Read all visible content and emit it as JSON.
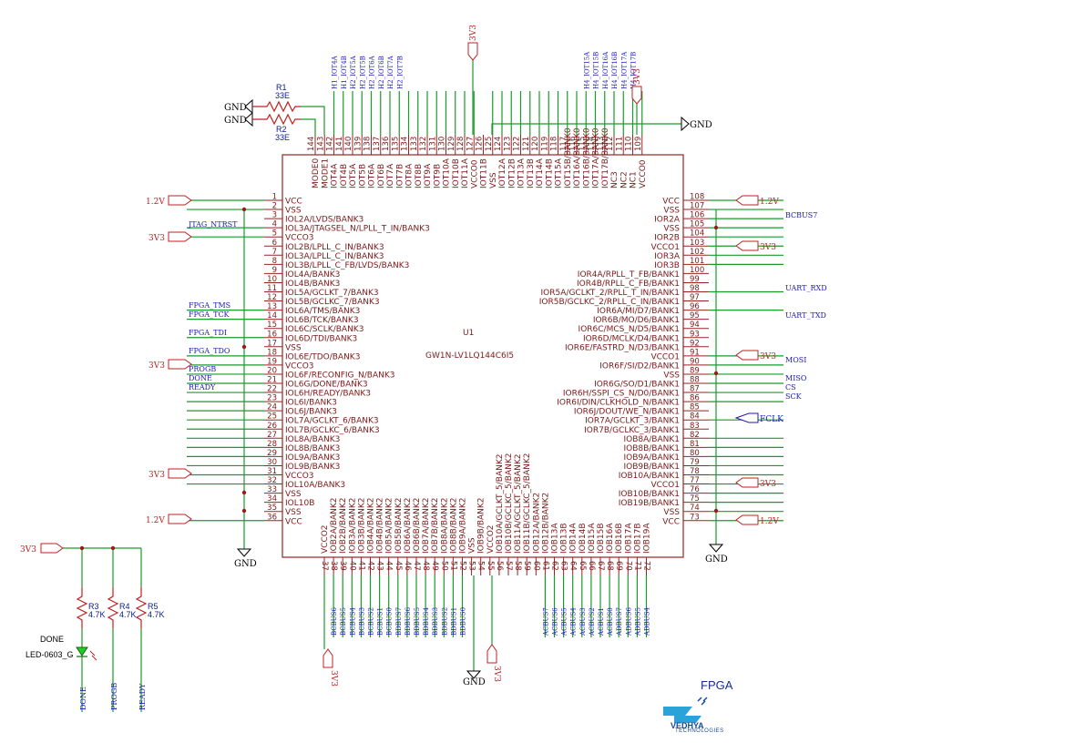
{
  "ic": {
    "ref": "U1",
    "part": "GW1N-LV1LQ144C6I5"
  },
  "title": "FPGA",
  "logo": {
    "line1": "VEDHYA",
    "line2": "TECHNOLOGIES"
  },
  "left_pins": [
    {
      "n": "1",
      "name": "VCC"
    },
    {
      "n": "2",
      "name": "VSS"
    },
    {
      "n": "3",
      "name": "IOL2A/LVDS/BANK3"
    },
    {
      "n": "4",
      "name": "IOL3A/JTAGSEL_N/LPLL_T_IN/BANK3"
    },
    {
      "n": "5",
      "name": "VCCO3"
    },
    {
      "n": "6",
      "name": "IOL2B/LPLL_C_IN/BANK3"
    },
    {
      "n": "7",
      "name": "IOL3A/LPLL_C_IN/BANK3"
    },
    {
      "n": "8",
      "name": "IOL3B/LPLL_C_FB/LVDS/BANK3"
    },
    {
      "n": "9",
      "name": "IOL4A/BANK3"
    },
    {
      "n": "10",
      "name": "IOL4B/BANK3"
    },
    {
      "n": "11",
      "name": "IOL5A/GCLKT_7/BANK3"
    },
    {
      "n": "12",
      "name": "IOL5B/GCLKC_7/BANK3"
    },
    {
      "n": "13",
      "name": "IOL6A/TMS/BANK3"
    },
    {
      "n": "14",
      "name": "IOL6B/TCK/BANK3"
    },
    {
      "n": "15",
      "name": "IOL6C/SCLK/BANK3"
    },
    {
      "n": "16",
      "name": "IOL6D/TDI/BANK3"
    },
    {
      "n": "17",
      "name": "VSS"
    },
    {
      "n": "18",
      "name": "IOL6E/TDO/BANK3"
    },
    {
      "n": "19",
      "name": "VCCO3"
    },
    {
      "n": "20",
      "name": "IOL6F/RECONFIG_N/BANK3"
    },
    {
      "n": "21",
      "name": "IOL6G/DONE/BANK3"
    },
    {
      "n": "22",
      "name": "IOL6H/READY/BANK3"
    },
    {
      "n": "23",
      "name": "IOL6I/BANK3"
    },
    {
      "n": "24",
      "name": "IOL6J/BANK3"
    },
    {
      "n": "25",
      "name": "IOL7A/GCLKT_6/BANK3"
    },
    {
      "n": "26",
      "name": "IOL7B/GCLKC_6/BANK3"
    },
    {
      "n": "27",
      "name": "IOL8A/BANK3"
    },
    {
      "n": "28",
      "name": "IOL8B/BANK3"
    },
    {
      "n": "29",
      "name": "IOL9A/BANK3"
    },
    {
      "n": "30",
      "name": "IOL9B/BANK3"
    },
    {
      "n": "31",
      "name": "VCCO3"
    },
    {
      "n": "32",
      "name": "IOL10A/BANK3"
    },
    {
      "n": "33",
      "name": "VSS"
    },
    {
      "n": "34",
      "name": "IOL10B"
    },
    {
      "n": "35",
      "name": "VSS"
    },
    {
      "n": "36",
      "name": "VCC"
    }
  ],
  "right_pins": [
    {
      "n": "108",
      "name": "VCC"
    },
    {
      "n": "107",
      "name": "VSS"
    },
    {
      "n": "106",
      "name": "IOR2A"
    },
    {
      "n": "105",
      "name": "VSS"
    },
    {
      "n": "104",
      "name": "IOR2B"
    },
    {
      "n": "103",
      "name": "VCCO1"
    },
    {
      "n": "102",
      "name": "IOR3A"
    },
    {
      "n": "101",
      "name": "IOR3B"
    },
    {
      "n": "100",
      "name": "IOR4A/RPLL_T_FB/BANK1"
    },
    {
      "n": "99",
      "name": "IOR4B/RPLL_C_FB/BANK1"
    },
    {
      "n": "98",
      "name": "IOR5A/GCLKT_2/RPLL_T_IN/BANK1"
    },
    {
      "n": "97",
      "name": "IOR5B/GCLKC_2/RPLL_C_IN/BANK1"
    },
    {
      "n": "96",
      "name": "IOR6A/MI/D7/BANK1"
    },
    {
      "n": "95",
      "name": "IOR6B/MO/D6/BANK1"
    },
    {
      "n": "94",
      "name": "IOR6C/MCS_N/D5/BANK1"
    },
    {
      "n": "93",
      "name": "IOR6D/MCLK/D4/BANK1"
    },
    {
      "n": "92",
      "name": "IOR6E/FASTRD_N/D3/BANK1"
    },
    {
      "n": "91",
      "name": "VCCO1"
    },
    {
      "n": "90",
      "name": "IOR6F/SI/D2/BANK1"
    },
    {
      "n": "89",
      "name": "VSS"
    },
    {
      "n": "88",
      "name": "IOR6G/SO/D1/BANK1"
    },
    {
      "n": "87",
      "name": "IOR6H/SSPI_CS_N/D0/BANK1"
    },
    {
      "n": "86",
      "name": "IOR6I/DIN/CLKHOLD_N/BANK1"
    },
    {
      "n": "85",
      "name": "IOR6J/DOUT/WE_N/BANK1"
    },
    {
      "n": "84",
      "name": "IOR7A/GCLKT_3/BANK1"
    },
    {
      "n": "83",
      "name": "IOR7B/GCLKC_3/BANK1"
    },
    {
      "n": "82",
      "name": "IOB8A/BANK1"
    },
    {
      "n": "81",
      "name": "IOB8B/BANK1"
    },
    {
      "n": "80",
      "name": "IOB9A/BANK1"
    },
    {
      "n": "79",
      "name": "IOB9B/BANK1"
    },
    {
      "n": "78",
      "name": "IOB10A/BANK1"
    },
    {
      "n": "77",
      "name": "VCCO1"
    },
    {
      "n": "76",
      "name": "IOB10B/BANK1"
    },
    {
      "n": "75",
      "name": "IOB19B/BANK1"
    },
    {
      "n": "74",
      "name": "VSS"
    },
    {
      "n": "73",
      "name": "VCC"
    }
  ],
  "top_pins": [
    {
      "n": "144",
      "name": "MODE0"
    },
    {
      "n": "143",
      "name": "MODE1"
    },
    {
      "n": "142",
      "name": "IOT4A"
    },
    {
      "n": "141",
      "name": "IOT4B"
    },
    {
      "n": "140",
      "name": "IOT5A"
    },
    {
      "n": "139",
      "name": "IOT5B"
    },
    {
      "n": "138",
      "name": "IOT6A"
    },
    {
      "n": "137",
      "name": "IOT6B"
    },
    {
      "n": "136",
      "name": "IOT7A"
    },
    {
      "n": "135",
      "name": "IOT7B"
    },
    {
      "n": "134",
      "name": "IOT8A"
    },
    {
      "n": "133",
      "name": "IOT8B"
    },
    {
      "n": "132",
      "name": "IOT9A"
    },
    {
      "n": "131",
      "name": "IOT9B"
    },
    {
      "n": "130",
      "name": "IOT10A"
    },
    {
      "n": "129",
      "name": "IOT10B"
    },
    {
      "n": "128",
      "name": "IOT11A"
    },
    {
      "n": "127",
      "name": "VCCO0"
    },
    {
      "n": "126",
      "name": "IOT11B"
    },
    {
      "n": "125",
      "name": "VSS"
    },
    {
      "n": "124",
      "name": "IOT12A"
    },
    {
      "n": "123",
      "name": "IOT12B"
    },
    {
      "n": "122",
      "name": "IOT13A"
    },
    {
      "n": "121",
      "name": "IOT13B"
    },
    {
      "n": "120",
      "name": "IOT14A"
    },
    {
      "n": "119",
      "name": "IOT14B"
    },
    {
      "n": "118",
      "name": "IOT15A"
    },
    {
      "n": "117",
      "name": "IOT15B/BANK0"
    },
    {
      "n": "116",
      "name": "IOT16A/BANK0"
    },
    {
      "n": "115",
      "name": "IOT16B/BANK0"
    },
    {
      "n": "114",
      "name": "IOT17A/BANK0"
    },
    {
      "n": "113",
      "name": "IOT17B/BANK0"
    },
    {
      "n": "112",
      "name": "NC3"
    },
    {
      "n": "111",
      "name": "NC2"
    },
    {
      "n": "110",
      "name": "NC1"
    },
    {
      "n": "109",
      "name": "VCCO0"
    }
  ],
  "bottom_pins": [
    {
      "n": "37",
      "name": "VCCO2"
    },
    {
      "n": "38",
      "name": "IOB2A/BANK2"
    },
    {
      "n": "39",
      "name": "IOB2B/BANK2"
    },
    {
      "n": "40",
      "name": "IOB3A/BANK2"
    },
    {
      "n": "41",
      "name": "IOB3B/BANK2"
    },
    {
      "n": "42",
      "name": "IOB4A/BANK2"
    },
    {
      "n": "43",
      "name": "IOB4B/BANK2"
    },
    {
      "n": "44",
      "name": "IOB5A/BANK2"
    },
    {
      "n": "45",
      "name": "IOB5B/BANK2"
    },
    {
      "n": "46",
      "name": "IOB6A/BANK2"
    },
    {
      "n": "47",
      "name": "IOB6B/BANK2"
    },
    {
      "n": "48",
      "name": "IOB7A/BANK2"
    },
    {
      "n": "49",
      "name": "IOB7B/BANK2"
    },
    {
      "n": "50",
      "name": "IOB8A/BANK2"
    },
    {
      "n": "51",
      "name": "IOB8B/BANK2"
    },
    {
      "n": "52",
      "name": "IOB9A/BANK2"
    },
    {
      "n": "53",
      "name": "VSS"
    },
    {
      "n": "54",
      "name": "IOB9B/BANK2"
    },
    {
      "n": "55",
      "name": "VCCO2"
    },
    {
      "n": "56",
      "name": "IOB10A/GCLKT_5/BANK2"
    },
    {
      "n": "57",
      "name": "IOB10B/GCLKC_5/BANK2"
    },
    {
      "n": "58",
      "name": "IOB11A/GCLKT_5/BANK2"
    },
    {
      "n": "59",
      "name": "IOB11B/GCLKC_5/BANK2"
    },
    {
      "n": "60",
      "name": "IOB12A/BANK2"
    },
    {
      "n": "61",
      "name": "IOB12B/BANK2"
    },
    {
      "n": "62",
      "name": "IOB13A"
    },
    {
      "n": "63",
      "name": "IOB13B"
    },
    {
      "n": "64",
      "name": "IOB14A"
    },
    {
      "n": "65",
      "name": "IOB14B"
    },
    {
      "n": "66",
      "name": "IOB15A"
    },
    {
      "n": "67",
      "name": "IOB15B"
    },
    {
      "n": "68",
      "name": "IOB16A"
    },
    {
      "n": "69",
      "name": "IOB16B"
    },
    {
      "n": "70",
      "name": "IOB17A"
    },
    {
      "n": "71",
      "name": "IOB17B"
    },
    {
      "n": "72",
      "name": "IOB19A"
    }
  ],
  "top_nets": [
    "H1_IOT4A",
    "H1_IOT4B",
    "H2_IOT5A",
    "H2_IOT5B",
    "H2_IOT6A",
    "H2_IOT6B",
    "H2_IOT7A",
    "H2_IOT7B"
  ],
  "top_nets_right": [
    "H4_IOT15A",
    "H4_IOT15B",
    "H4_IOT16A",
    "H4_IOT16B",
    "H4_IOT17A",
    "H4_IOT17B"
  ],
  "bottom_nets_left": [
    "BCBUS6",
    "BCBUS5",
    "BCBUS4",
    "BCBUS3",
    "BCBUS2",
    "BCBUS1",
    "BCBUS0",
    "BDBUS7",
    "BDBUS6",
    "BDBUS5",
    "BDBUS4",
    "BDBUS3",
    "BDBUS2",
    "BDBUS1",
    "BDBUS0"
  ],
  "bottom_nets_right": [
    "ACBUS7",
    "ACBUS6",
    "ACBUS5",
    "ACBUS4",
    "ACBUS3",
    "ACBUS2",
    "ACBUS1",
    "ACBUS0",
    "ADBUS7",
    "ADBUS6",
    "ADBUS5",
    "ADBUS4"
  ],
  "left_nets": {
    "jtag": "JTAG_NTRST",
    "tms": "FPGA_TMS",
    "tck": "FPGA_TCK",
    "tdi": "FPGA_TDI",
    "tdo": "FPGA_TDO",
    "progb": "PROGB",
    "done": "DONE",
    "ready": "READY"
  },
  "right_nets": {
    "bcbus7": "BCBUS7",
    "uart_rxd": "UART_RXD",
    "uart_txd": "UART_TXD",
    "mosi": "MOSI",
    "miso": "MISO",
    "cs": "CS",
    "sck": "SCK",
    "fclk": "FCLK"
  },
  "power": {
    "v12": "1.2V",
    "v33": "3V3",
    "gnd": "GND"
  },
  "resistors": {
    "r1": {
      "ref": "R1",
      "val": "33E"
    },
    "r2": {
      "ref": "R2",
      "val": "33E"
    },
    "r3": {
      "ref": "R3",
      "val": "4.7K"
    },
    "r4": {
      "ref": "R4",
      "val": "4.7K"
    },
    "r5": {
      "ref": "R5",
      "val": "4.7K"
    }
  },
  "led": {
    "label": "DONE",
    "part": "LED-0603_G"
  },
  "bottom_signals": [
    "DONE",
    "PROGB",
    "READY"
  ]
}
